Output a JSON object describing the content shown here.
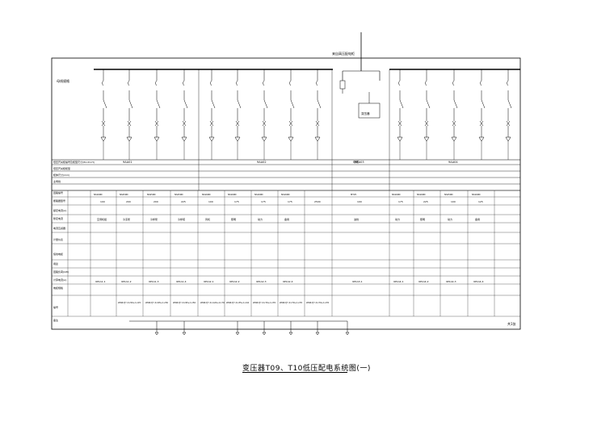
{
  "title": "变压器T09、T10低压配电系统图(一)",
  "incoming_label": "来自高压配电柜",
  "bus_label": "母线规格",
  "tie_label": "母联",
  "transformer_text": "变压器",
  "row_labels": [
    "低压开关柜编号及柜型尺寸(W×D×H)",
    "低压开关柜柜型",
    "柜体尺寸(mm)",
    "主母线",
    "回路编号",
    "断路器型号",
    "额定电流(A)",
    "整定电流",
    "电流互感器",
    "计量仪表",
    "馈线电缆",
    "用途",
    "回路负荷(kW)",
    "计算电流(A)",
    "电缆规格",
    "编号",
    "备注"
  ],
  "cabinet_groups": [
    "9AA01",
    "9AA02",
    "9AA03",
    "9AA04"
  ],
  "breakers": [
    "NS160N",
    "NS250N",
    "NS250N",
    "NS250N",
    "NS160N",
    "NS160N",
    "NS160N",
    "NS160N",
    "MT25",
    "NS160N",
    "NS160N",
    "NS250N",
    "NS160N"
  ],
  "currents": [
    "100",
    "200",
    "200",
    "225",
    "100",
    "175",
    "175",
    "175",
    "2500",
    "100",
    "175",
    "225",
    "100",
    "125"
  ],
  "loads": [
    "空调机组",
    "冷冻泵",
    "冷却泵",
    "冷却塔",
    "风机",
    "照明",
    "动力",
    "备用",
    "进线",
    "动力",
    "照明",
    "动力",
    "备用"
  ],
  "circuit_ids": [
    "9P1A1-1",
    "9P1A1-2",
    "9P1A1-3",
    "9P1A1-4",
    "9P1A2-1",
    "9P1A2-2",
    "9P1A2-3",
    "9P1A2-4",
    "9P1A3-1",
    "9P1A4-1",
    "9P1A4-2",
    "9P1A4-3",
    "9P1A4-4"
  ],
  "cables": [
    "WDZ-YJY 4×50+1×25",
    "WDZ-YJY 4×95+1×50",
    "WDZ-YJY 4×95+1×50",
    "WDZ-YJY 4×120+1×70",
    "WDZ-YJY 4×35+1×16",
    "WDZ-YJY 4×70+1×35",
    "WDZ-YJY 4×70+1×35",
    "WDZ-YJY 4×70+1×35"
  ],
  "page_number": "共1张",
  "colors": {
    "line": "#000000",
    "background": "#ffffff"
  }
}
